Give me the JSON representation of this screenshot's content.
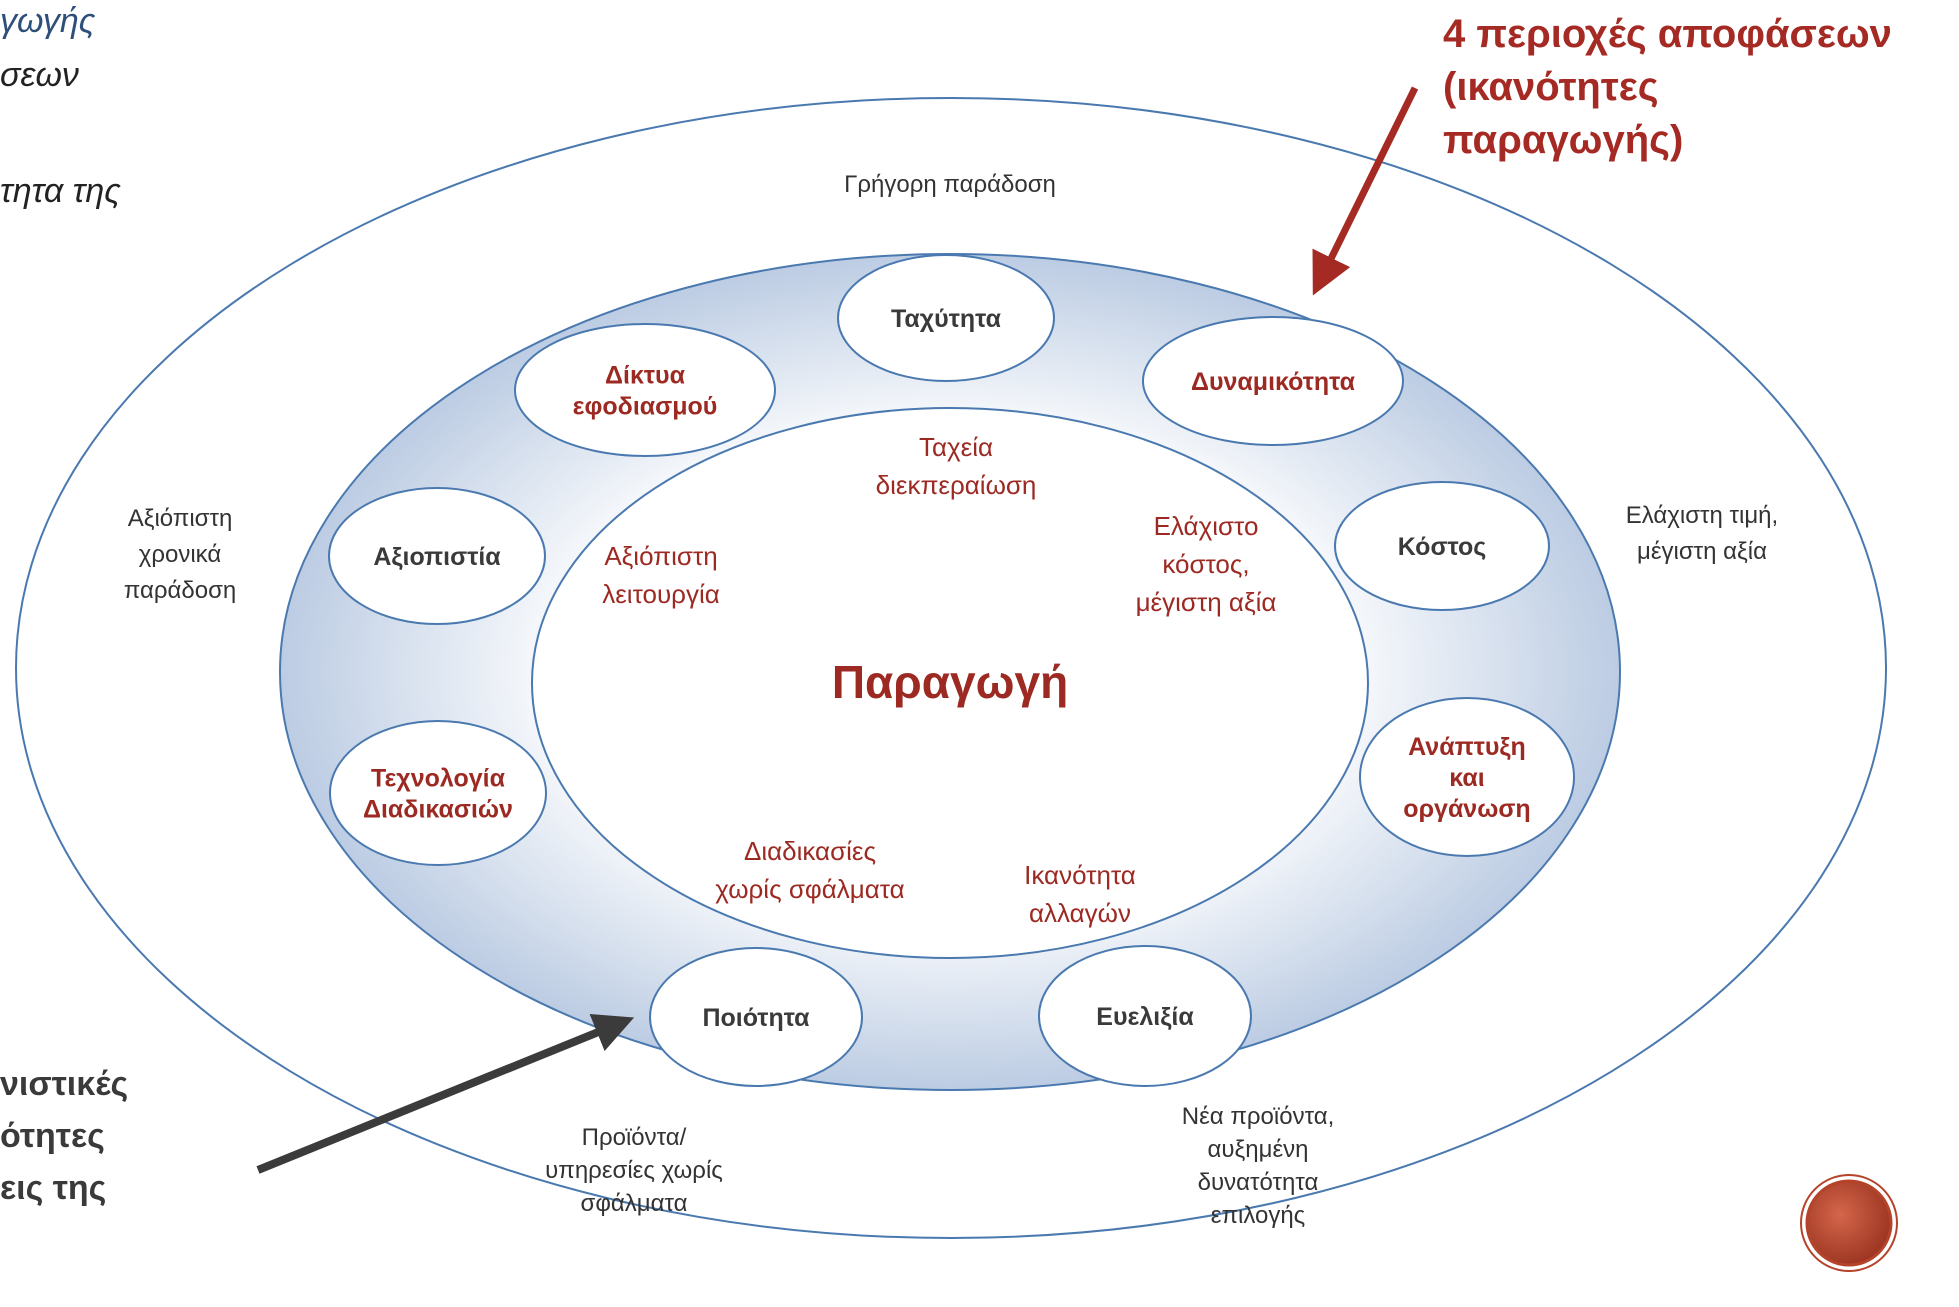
{
  "left_fragments": {
    "title_line": "γωγής",
    "line2": "σεων",
    "line3": "τητα της",
    "bottom_lines": [
      "νιστικές",
      "ότητες",
      "εις της"
    ]
  },
  "callout": {
    "lines": [
      "4 περιοχές αποφάσεων",
      "(ικανότητες",
      "παραγωγής)"
    ],
    "color": "#a52a24"
  },
  "center_label": "Παραγωγή",
  "nodes": [
    {
      "id": "tachytita",
      "lines": [
        "Ταχύτητα"
      ],
      "color": "#3a3a3a"
    },
    {
      "id": "dynamikotita",
      "lines": [
        "Δυναμικότητα"
      ],
      "color": "#9c2a23"
    },
    {
      "id": "kostos",
      "lines": [
        "Κόστος"
      ],
      "color": "#3a3a3a"
    },
    {
      "id": "anaptyxi",
      "lines": [
        "Ανάπτυξη",
        "και",
        "οργάνωση"
      ],
      "color": "#9c2a23"
    },
    {
      "id": "evelixia",
      "lines": [
        "Ευελιξία"
      ],
      "color": "#3a3a3a"
    },
    {
      "id": "poiotita",
      "lines": [
        "Ποιότητα"
      ],
      "color": "#3a3a3a"
    },
    {
      "id": "technologia",
      "lines": [
        "Τεχνολογία",
        "Διαδικασιών"
      ],
      "color": "#9c2a23"
    },
    {
      "id": "axiopistia",
      "lines": [
        "Αξιοπιστία"
      ],
      "color": "#3a3a3a"
    },
    {
      "id": "diktya",
      "lines": [
        "Δίκτυα",
        "εφοδιασμού"
      ],
      "color": "#9c2a23"
    }
  ],
  "core_labels": [
    {
      "id": "tacheia",
      "lines": [
        "Ταχεία",
        "διεκπεραίωση"
      ]
    },
    {
      "id": "elachisto",
      "lines": [
        "Ελάχιστο",
        "κόστος,",
        "μέγιστη αξία"
      ]
    },
    {
      "id": "axiopisti-leitourgia",
      "lines": [
        "Αξιόπιστη",
        "λειτουργία"
      ]
    },
    {
      "id": "diadikasies",
      "lines": [
        "Διαδικασίες",
        "χωρίς σφάλματα"
      ]
    },
    {
      "id": "ikanotita",
      "lines": [
        "Ικανότητα",
        "αλλαγών"
      ]
    }
  ],
  "outer_labels": [
    {
      "id": "grigori",
      "lines": [
        "Γρήγορη παράδοση"
      ]
    },
    {
      "id": "elachisti-timi",
      "lines": [
        "Ελάχιστη τιμή,",
        "μέγιστη αξία"
      ]
    },
    {
      "id": "axiopisti-paradosi",
      "lines": [
        "Αξιόπιστη",
        "χρονικά",
        "παράδοση"
      ]
    },
    {
      "id": "proionta",
      "lines": [
        "Προϊόντα/",
        "υπηρεσίες χωρίς",
        "σφάλματα"
      ]
    },
    {
      "id": "nea-proionta",
      "lines": [
        "Νέα προϊόντα,",
        "αυξημένη",
        "δυνατότητα",
        "επιλογής"
      ]
    }
  ],
  "colors": {
    "ring_fill": "#c5d3e8",
    "outline": "#4a79b0",
    "accent_red": "#a52a24",
    "arrow_dark": "#3b3b3b",
    "logo": "#b5432a"
  },
  "icons": {
    "logo": "decorative-orange-circle-icon"
  }
}
